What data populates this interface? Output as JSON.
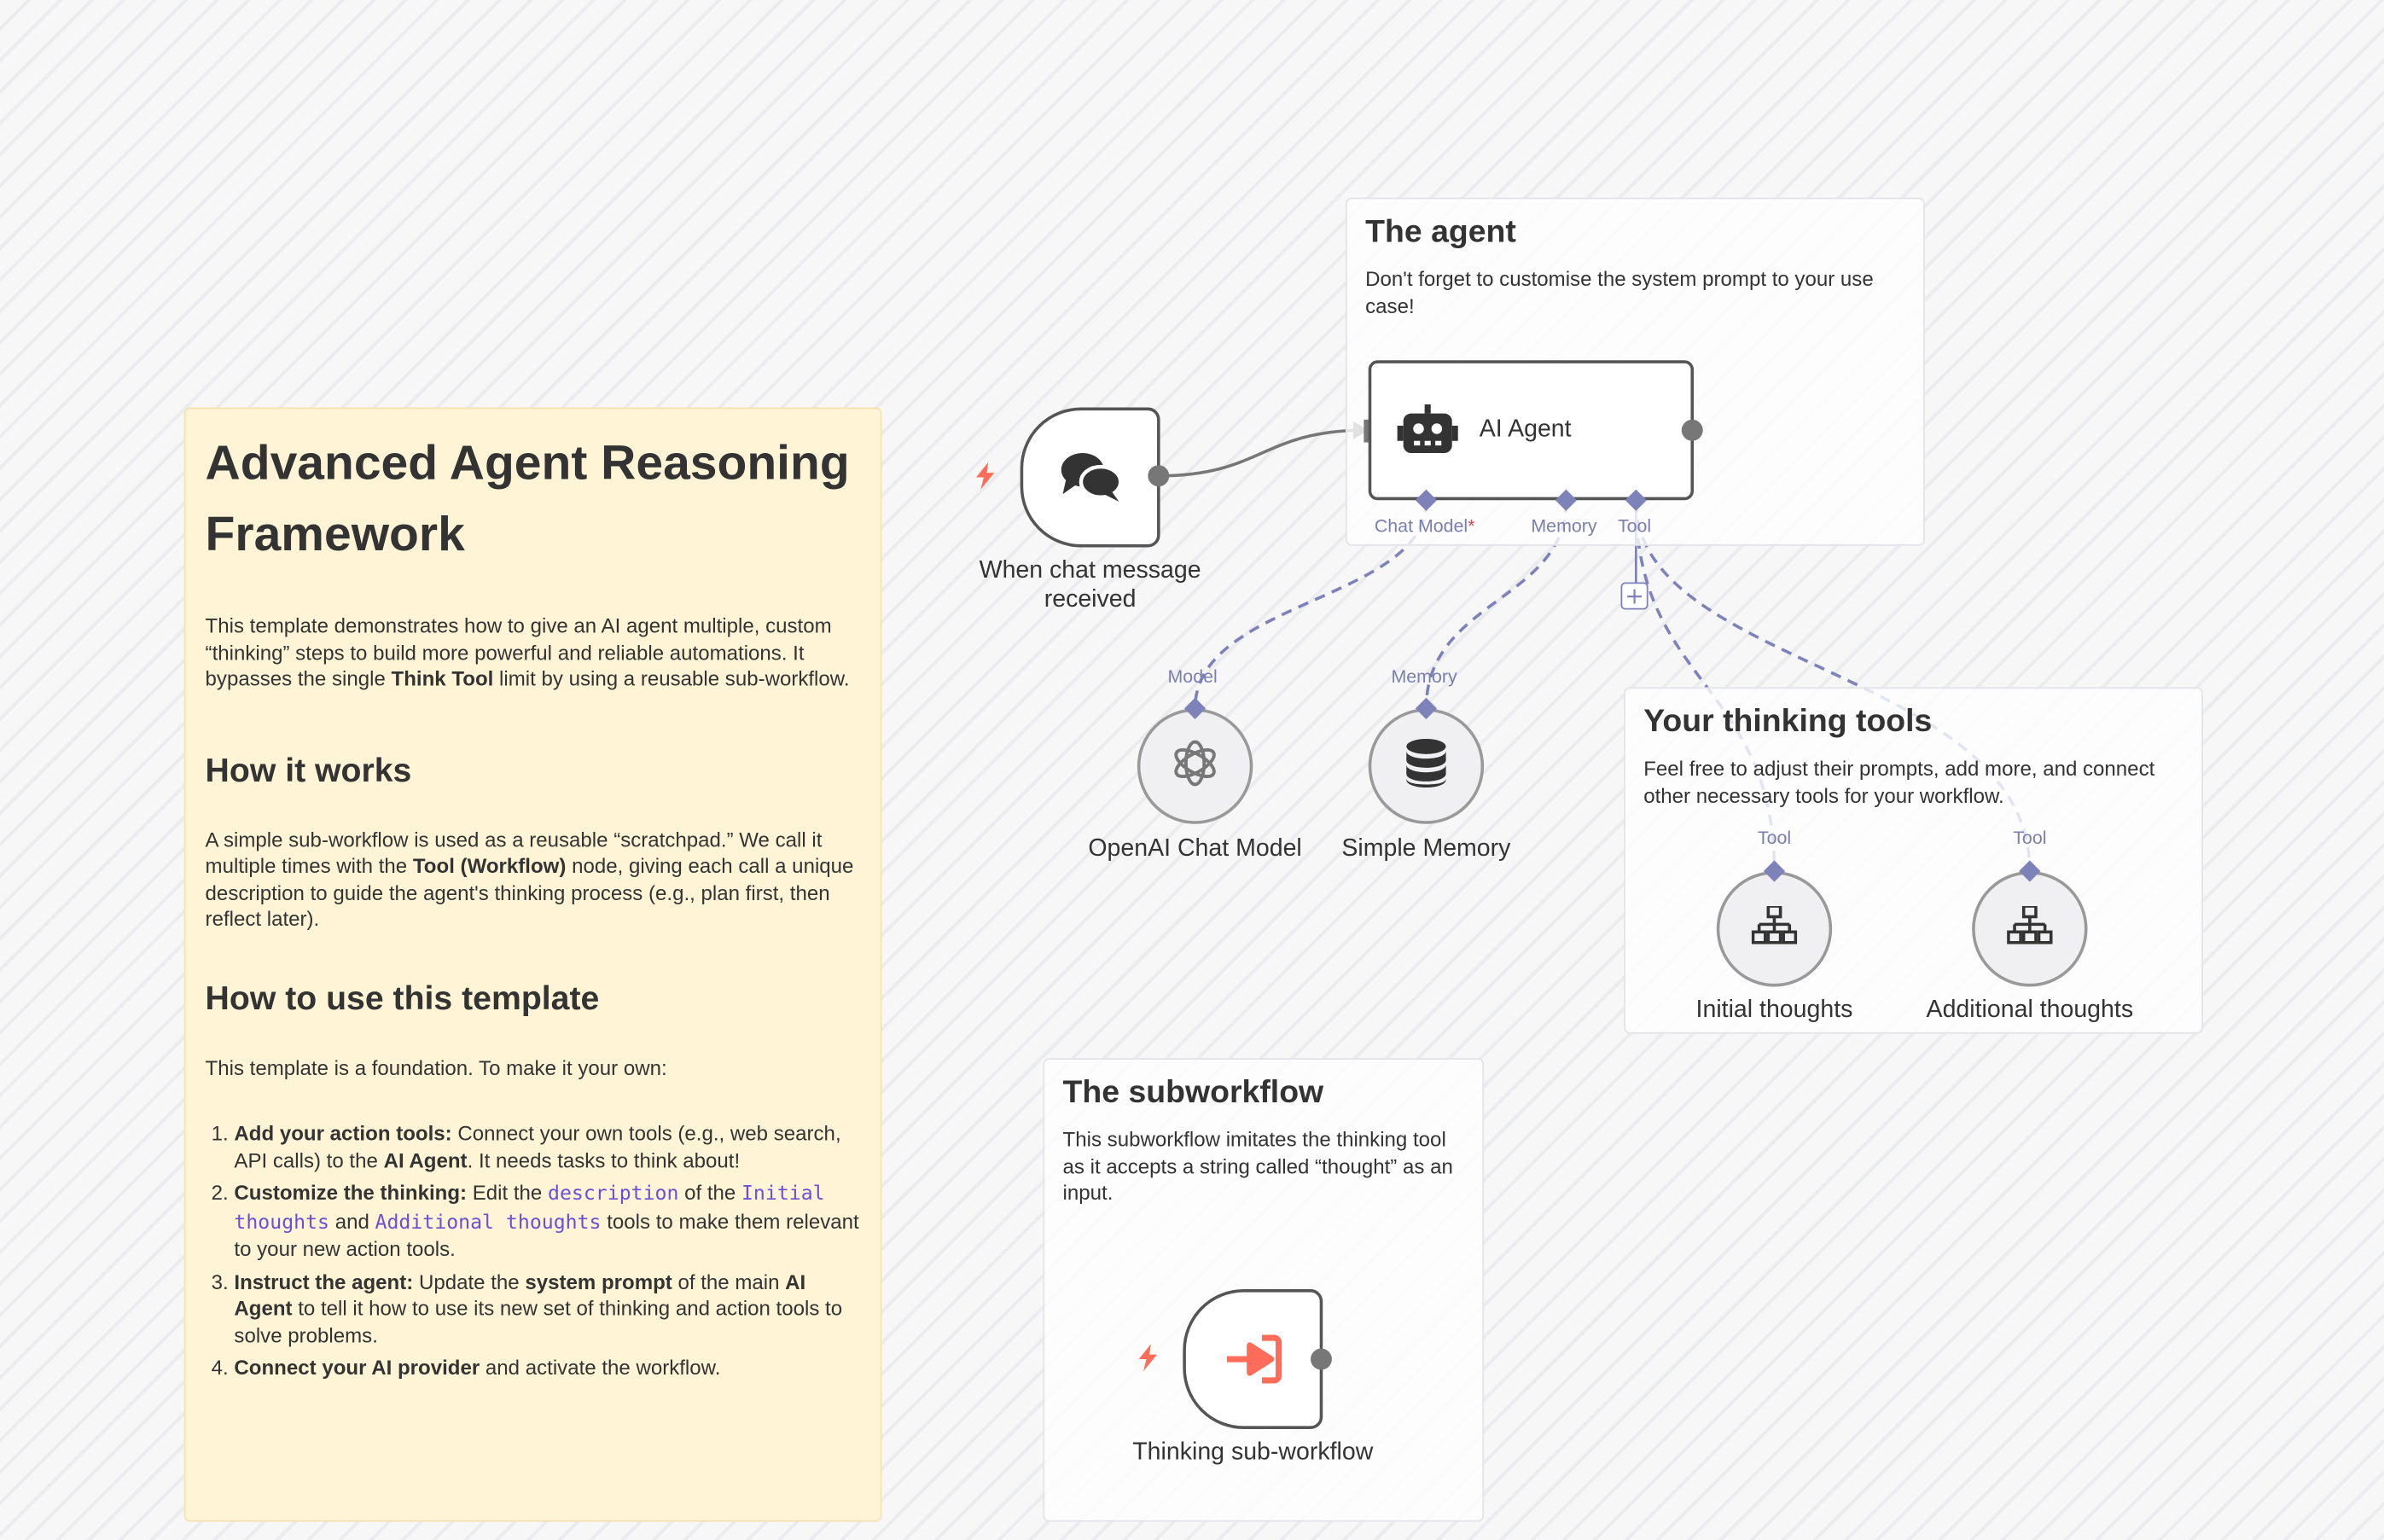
{
  "notes": {
    "main": {
      "title": "Advanced Agent Reasoning Framework",
      "intro_1": "This template demonstrates how to give an AI agent multiple, custom “thinking” steps to build more powerful and reliable automations. It bypasses the single ",
      "intro_bold": "Think Tool",
      "intro_2": " limit by using a reusable sub-workflow.",
      "how_title": "How it works",
      "how_1": "A simple sub-workflow is used as a reusable “scratchpad.” We call it multiple times with the ",
      "how_bold": "Tool (Workflow)",
      "how_2": " node, giving each call a unique description to guide the agent's thinking process (e.g., plan first, then reflect later).",
      "use_title": "How to use this template",
      "use_intro": "This template is a foundation. To make it your own:",
      "step1_bold": "Add your action tools:",
      "step1_text": " Connect your own tools (e.g., web search, API calls) to the ",
      "step1_bold2": "AI Agent",
      "step1_text2": ". It needs tasks to think about!",
      "step2_bold": "Customize the thinking:",
      "step2_text": " Edit the ",
      "step2_code1": "description",
      "step2_text2": " of the ",
      "step2_code2": "Initial thoughts",
      "step2_text3": " and ",
      "step2_code3": "Additional thoughts",
      "step2_text4": " tools to make them relevant to your new action tools.",
      "step3_bold": "Instruct the agent:",
      "step3_text": " Update the ",
      "step3_bold2": "system prompt",
      "step3_text2": " of the main ",
      "step3_bold3": "AI Agent",
      "step3_text3": " to tell it how to use its new set of thinking and action tools to solve problems.",
      "step4_bold": "Connect your AI provider",
      "step4_text": " and activate the workflow."
    },
    "agent": {
      "title": "The agent",
      "text": "Don't forget to customise the system prompt to your use case!"
    },
    "tools": {
      "title": "Your thinking tools",
      "text": "Feel free to adjust their prompts, add more, and connect other necessary tools for your workflow."
    },
    "subworkflow": {
      "title": "The subworkflow",
      "text": "This subworkflow imitates the thinking tool as it accepts a string called “thought” as an input."
    }
  },
  "nodes": {
    "chat_trigger": {
      "label": "When chat message received",
      "icon": "chat-bubbles-icon"
    },
    "ai_agent": {
      "label": "AI Agent",
      "icon": "robot-icon",
      "ports": {
        "chat_model": "Chat Model",
        "required_mark": "*",
        "memory": "Memory",
        "tool": "Tool"
      }
    },
    "openai": {
      "label": "OpenAI Chat Model",
      "icon": "openai-icon",
      "port": "Model"
    },
    "memory": {
      "label": "Simple Memory",
      "icon": "database-icon",
      "port": "Memory"
    },
    "initial_thoughts": {
      "label": "Initial thoughts",
      "icon": "sitemap-icon",
      "port": "Tool"
    },
    "additional_thoughts": {
      "label": "Additional thoughts",
      "icon": "sitemap-icon",
      "port": "Tool"
    },
    "sub_trigger": {
      "label": "Thinking sub-workflow",
      "icon": "sign-in-icon"
    }
  },
  "colors": {
    "trigger_bolt": "#ff6d5a",
    "port": "#7d83b8",
    "edge": "#777777",
    "sub_icon": "#ff6d5a"
  }
}
